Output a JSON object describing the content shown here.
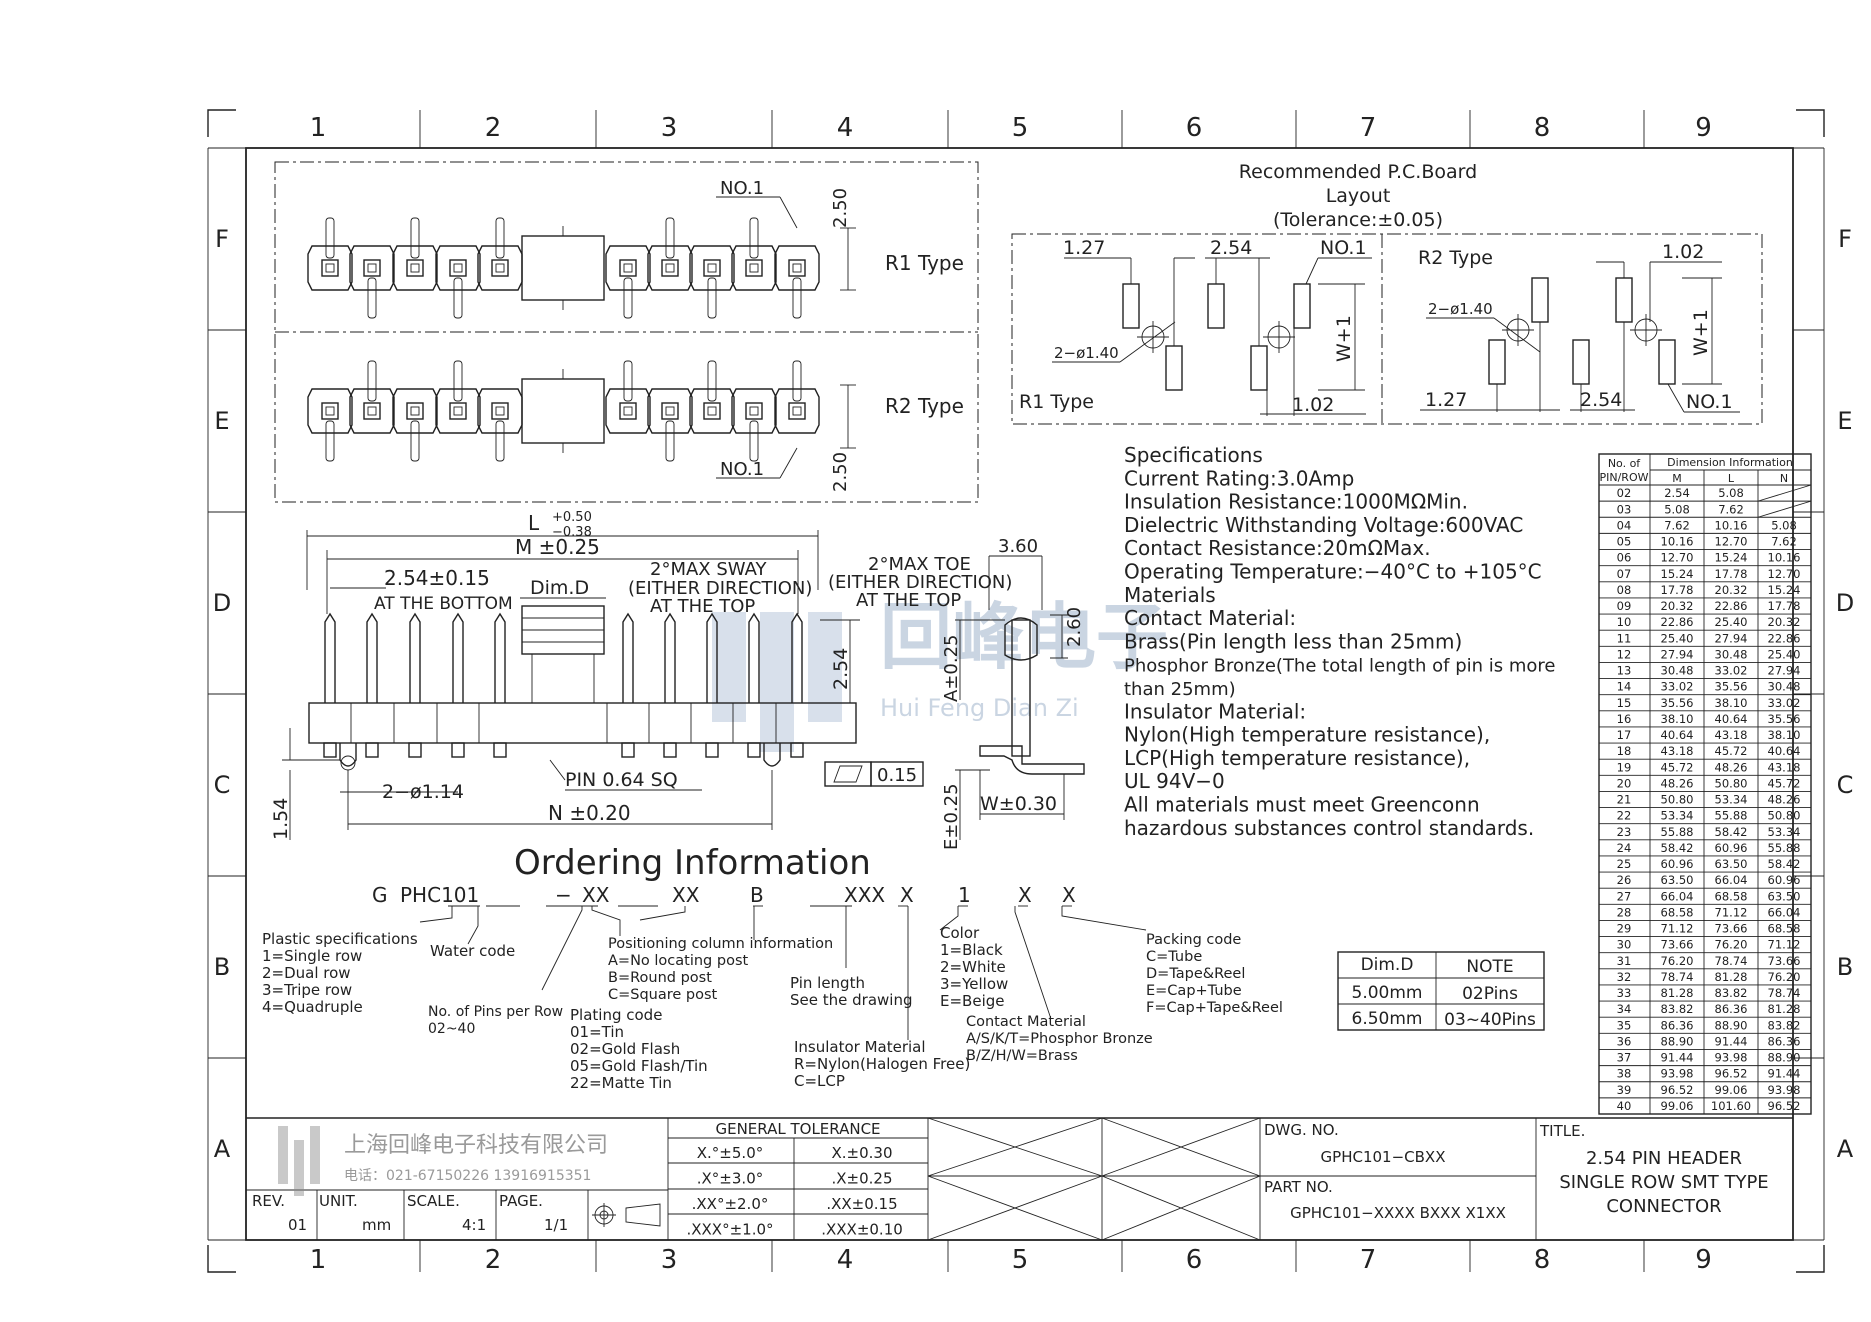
{
  "frame": {
    "columns": [
      "1",
      "2",
      "3",
      "4",
      "5",
      "6",
      "7",
      "8",
      "9"
    ],
    "rows": [
      "F",
      "E",
      "D",
      "C",
      "B",
      "A"
    ]
  },
  "top_view": {
    "r1_label": "R1  Type",
    "r2_label": "R2  Type",
    "no1_top": "NO.1",
    "no1_bottom": "NO.1",
    "dim_top": "2.50",
    "dim_bottom": "2.50"
  },
  "pcb": {
    "title1": "Recommended  P.C.Board",
    "title2": "Layout",
    "title3": "(Tolerance:±0.05)",
    "r1": {
      "label": "R1  Type",
      "d127": "1.27",
      "d254": "2.54",
      "no1": "NO.1",
      "hole": "2−ø1.40",
      "w1": "W+1",
      "d102": "1.02"
    },
    "r2": {
      "label": "R2  Type",
      "d102": "1.02",
      "hole": "2−ø1.40",
      "w1": "W+1",
      "d127": "1.27",
      "d254": "2.54",
      "no1": "NO.1"
    }
  },
  "side_view": {
    "L_label": "L",
    "L_plus": "+0.50",
    "L_minus": "−0.38",
    "M_label": "M  ±0.25",
    "pitch": "2.54±0.15",
    "at_bottom": "AT THE BOTTOM",
    "dimD": "Dim.D",
    "sway1": "2°MAX  SWAY",
    "sway2": "(EITHER  DIRECTION)",
    "sway3": "AT  THE  TOP",
    "toe1": "2°MAX  TOE",
    "toe2": "(EITHER  DIRECTION)",
    "toe3": "AT  THE  TOP",
    "d254": "2.54",
    "d154": "1.54",
    "holes": "2−ø1.14",
    "pin": "PIN  0.64  SQ",
    "N_label": "N  ±0.20",
    "flat": "0.15",
    "d360": "3.60",
    "d260": "2.60",
    "A_label": "A±0.25",
    "E_label": "E±0.25",
    "W_label": "W±0.30"
  },
  "specs": {
    "lines": [
      "Specifications",
      "Current  Rating:3.0Amp",
      "Insulation  Resistance:1000MΩMin.",
      "Dielectric  Withstanding  Voltage:600VAC",
      "Contact  Resistance:20mΩMax.",
      "Operating  Temperature:−40°C  to  +105°C",
      "Materials",
      "Contact  Material:",
      "Brass(Pin  length  less  than  25mm)",
      "Phosphor Bronze(The total length of pin is more",
      "than 25mm)",
      "Insulator  Material:",
      "Nylon(High  temperature  resistance),",
      "LCP(High  temperature  resistance),",
      "UL  94V−0",
      "All  materials  must  meet  Greenconn",
      "hazardous  substances  control  standards."
    ]
  },
  "dim_table": {
    "h_pin": "No. of",
    "h_pin2": "PIN/ROW",
    "h_info": "Dimension  Information",
    "h_m": "M",
    "h_l": "L",
    "h_n": "N",
    "rows": [
      [
        "02",
        "2.54",
        "5.08",
        ""
      ],
      [
        "03",
        "5.08",
        "7.62",
        ""
      ],
      [
        "04",
        "7.62",
        "10.16",
        "5.08"
      ],
      [
        "05",
        "10.16",
        "12.70",
        "7.62"
      ],
      [
        "06",
        "12.70",
        "15.24",
        "10.16"
      ],
      [
        "07",
        "15.24",
        "17.78",
        "12.70"
      ],
      [
        "08",
        "17.78",
        "20.32",
        "15.24"
      ],
      [
        "09",
        "20.32",
        "22.86",
        "17.78"
      ],
      [
        "10",
        "22.86",
        "25.40",
        "20.32"
      ],
      [
        "11",
        "25.40",
        "27.94",
        "22.86"
      ],
      [
        "12",
        "27.94",
        "30.48",
        "25.40"
      ],
      [
        "13",
        "30.48",
        "33.02",
        "27.94"
      ],
      [
        "14",
        "33.02",
        "35.56",
        "30.48"
      ],
      [
        "15",
        "35.56",
        "38.10",
        "33.02"
      ],
      [
        "16",
        "38.10",
        "40.64",
        "35.56"
      ],
      [
        "17",
        "40.64",
        "43.18",
        "38.10"
      ],
      [
        "18",
        "43.18",
        "45.72",
        "40.64"
      ],
      [
        "19",
        "45.72",
        "48.26",
        "43.18"
      ],
      [
        "20",
        "48.26",
        "50.80",
        "45.72"
      ],
      [
        "21",
        "50.80",
        "53.34",
        "48.26"
      ],
      [
        "22",
        "53.34",
        "55.88",
        "50.80"
      ],
      [
        "23",
        "55.88",
        "58.42",
        "53.34"
      ],
      [
        "24",
        "58.42",
        "60.96",
        "55.88"
      ],
      [
        "25",
        "60.96",
        "63.50",
        "58.42"
      ],
      [
        "26",
        "63.50",
        "66.04",
        "60.96"
      ],
      [
        "27",
        "66.04",
        "68.58",
        "63.50"
      ],
      [
        "28",
        "68.58",
        "71.12",
        "66.04"
      ],
      [
        "29",
        "71.12",
        "73.66",
        "68.58"
      ],
      [
        "30",
        "73.66",
        "76.20",
        "71.12"
      ],
      [
        "31",
        "76.20",
        "78.74",
        "73.66"
      ],
      [
        "32",
        "78.74",
        "81.28",
        "76.20"
      ],
      [
        "33",
        "81.28",
        "83.82",
        "78.74"
      ],
      [
        "34",
        "83.82",
        "86.36",
        "81.28"
      ],
      [
        "35",
        "86.36",
        "88.90",
        "83.82"
      ],
      [
        "36",
        "88.90",
        "91.44",
        "86.36"
      ],
      [
        "37",
        "91.44",
        "93.98",
        "88.90"
      ],
      [
        "38",
        "93.98",
        "96.52",
        "91.44"
      ],
      [
        "39",
        "96.52",
        "99.06",
        "93.98"
      ],
      [
        "40",
        "99.06",
        "101.60",
        "96.52"
      ]
    ]
  },
  "ordering": {
    "title": "Ordering  Information",
    "code": [
      "G",
      "PHC101",
      "−",
      "XX",
      "XX",
      "B",
      "XXX",
      "X",
      "1",
      "X",
      "X"
    ],
    "plastic": [
      "Plastic  specifications",
      "1=Single  row",
      "2=Dual  row",
      "3=Tripe  row",
      "4=Quadruple"
    ],
    "water": "Water  code",
    "pins": [
      "No.  of  Pins per  Row",
      "02~40"
    ],
    "positioning": [
      "Positioning  column  information",
      "A=No  locating  post",
      "B=Round  post",
      "C=Square  post"
    ],
    "plating": [
      "Plating  code",
      "01=Tin",
      "02=Gold  Flash",
      "05=Gold  Flash/Tin",
      "22=Matte  Tin"
    ],
    "pinlength": [
      "Pin  length",
      "See  the  drawing"
    ],
    "insulator": [
      "Insulator  Material",
      "R=Nylon(Halogen  Free)",
      "C=LCP"
    ],
    "color": [
      "Color",
      "1=Black",
      "2=White",
      "3=Yellow",
      "E=Beige"
    ],
    "contact": [
      "Contact  Material",
      "A/S/K/T=Phosphor  Bronze",
      "B/Z/H/W=Brass"
    ],
    "packing": [
      "Packing  code",
      "C=Tube",
      "D=Tape&Reel",
      "E=Cap+Tube",
      "F=Cap+Tape&Reel"
    ]
  },
  "dimd_table": {
    "h1": "Dim.D",
    "h2": "NOTE",
    "rows": [
      [
        "5.00mm",
        "02Pins"
      ],
      [
        "6.50mm",
        "03~40Pins"
      ]
    ]
  },
  "title_block": {
    "company_cn": "上海回峰电子科技有限公司",
    "company_tel": "电话：021-67150226  13916915351",
    "rev_label": "REV.",
    "rev": "01",
    "unit_label": "UNIT.",
    "unit": "mm",
    "scale_label": "SCALE.",
    "scale": "4:1",
    "page_label": "PAGE.",
    "page": "1/1",
    "tol_title": "GENERAL  TOLERANCE",
    "tol": [
      [
        "X.°±5.0°",
        "X.±0.30"
      ],
      [
        ".X°±3.0°",
        ".X±0.25"
      ],
      [
        ".XX°±2.0°",
        ".XX±0.15"
      ],
      [
        ".XXX°±1.0°",
        ".XXX±0.10"
      ]
    ],
    "dwg_label": "DWG.  NO.",
    "dwg": "GPHC101−CBXX",
    "part_label": "PART  NO.",
    "part": "GPHC101−XXXX  BXXX  X1XX",
    "title_label": "TITLE.",
    "title": [
      "2.54  PIN  HEADER",
      "SINGLE  ROW  SMT  TYPE",
      "CONNECTOR"
    ]
  },
  "watermark": {
    "cn": "回峰电子",
    "en": "Hui Feng Dian Zi"
  }
}
